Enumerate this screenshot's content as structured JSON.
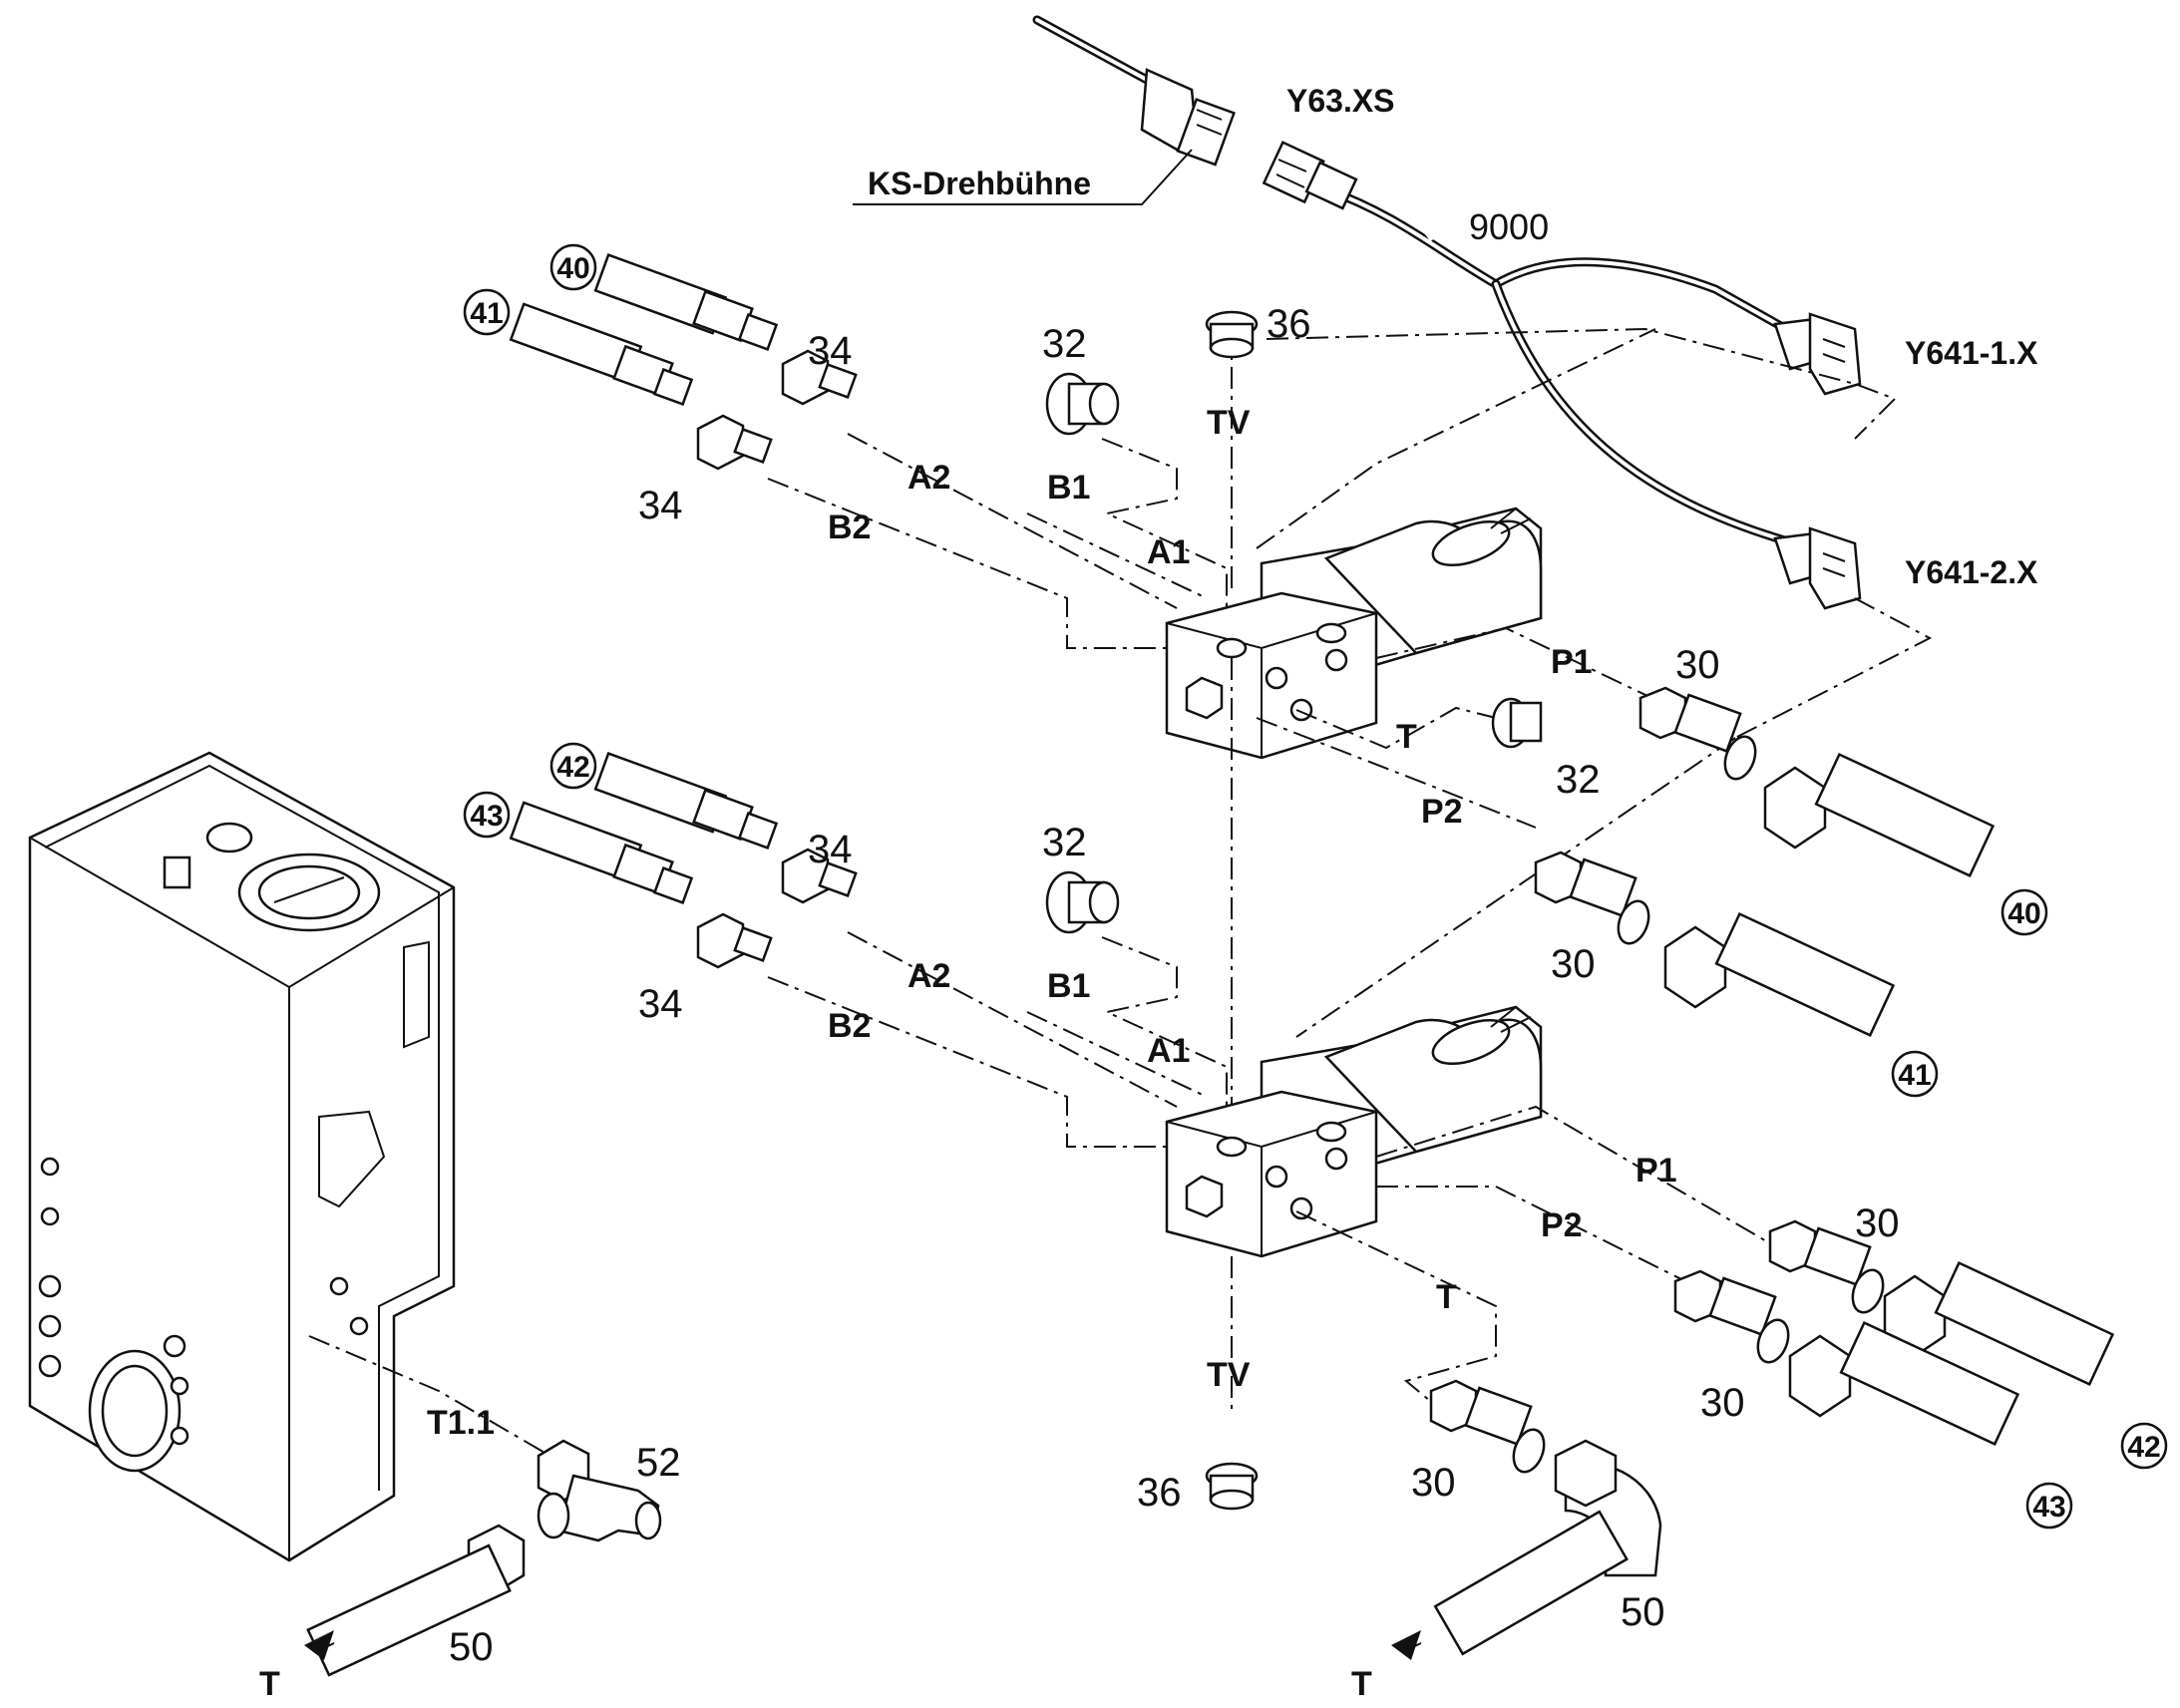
{
  "labels": {
    "connector_top": "Y63.XS",
    "turntable": "KS-Drehbühne",
    "cable_length": "9000",
    "connector_1": "Y641-1.X",
    "connector_2": "Y641-2.X",
    "tv_top": "TV",
    "tv_bottom": "TV",
    "t11": "T1.1",
    "t_left": "T",
    "t_right": "T"
  },
  "upper_valve": {
    "a2": "A2",
    "b1": "B1",
    "a1": "A1",
    "b2": "B2",
    "p1": "P1",
    "t": "T",
    "p2": "P2",
    "n34a": "34",
    "n34b": "34",
    "n32a": "32",
    "n36": "36",
    "n30a": "30",
    "n32b": "32",
    "n30b": "30",
    "c40": "40",
    "c41": "41",
    "c40r": "40",
    "c41r": "41"
  },
  "lower_valve": {
    "a2": "A2",
    "b1": "B1",
    "a1": "A1",
    "b2": "B2",
    "p1": "P1",
    "p2": "P2",
    "t": "T",
    "n34a": "34",
    "n34b": "34",
    "n32": "32",
    "n30a": "30",
    "n30b": "30",
    "n30c": "30",
    "n36": "36",
    "c42": "42",
    "c43": "43",
    "c42r": "42",
    "c43r": "43"
  },
  "tank": {
    "n52": "52",
    "n50_left": "50",
    "n50_right": "50"
  }
}
